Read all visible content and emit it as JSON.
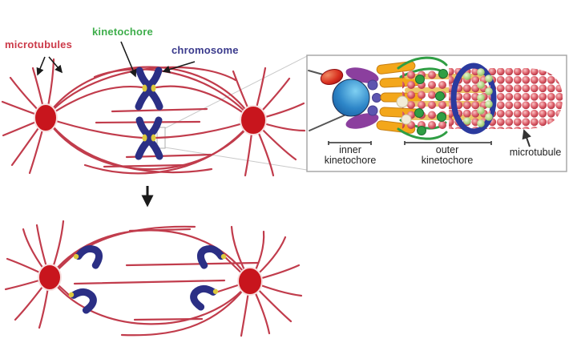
{
  "diagram": {
    "type": "mitotic-spindle-kinetochore-figure",
    "spindle_labels": {
      "microtubules": "microtubules",
      "kinetochore": "kinetochore",
      "chromosome": "chromosome"
    },
    "inset": {
      "inner_bracket": {
        "line1": "inner",
        "line2": "kinetochore"
      },
      "outer_bracket": {
        "line1": "outer",
        "line2": "kinetochore"
      },
      "microtubule_label": "microtubule"
    },
    "colors": {
      "microtubule_red": "#c13c4c",
      "centrosome_red": "#c8151d",
      "chromosome_navy": "#2b2f85",
      "kinetochore_yellow": "#ddc93e",
      "label_red": "#cc3a49",
      "label_green": "#3fae4c",
      "label_navy": "#3a3a8c",
      "inset_border_gray": "#a8a8a8",
      "inner_plate_blue": "#1b63ad",
      "inner_plate_purple": "#8b3f9e",
      "linker_purple": "#5c55b0",
      "rod_yellow": "#f3a71b",
      "outer_green": "#2f9e44",
      "ring_blue": "#2b3a9e",
      "bead_red": "#d9515f",
      "bead_light_green": "#b5d98a",
      "centromere_red_orange": "#d8301f"
    }
  }
}
